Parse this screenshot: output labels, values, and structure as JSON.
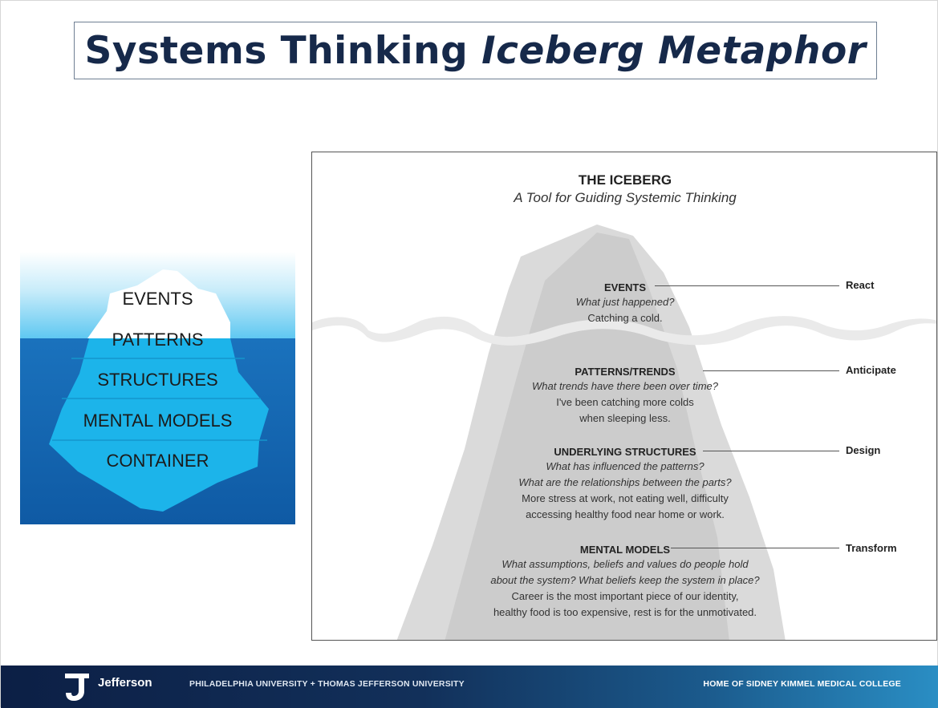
{
  "title": {
    "plain": "Systems Thinking ",
    "italic": "Iceberg Metaphor"
  },
  "small_iceberg": {
    "labels": [
      "EVENTS",
      "PATTERNS",
      "STRUCTURES",
      "MENTAL MODELS",
      "CONTAINER"
    ]
  },
  "panel": {
    "title": "THE ICEBERG",
    "subtitle": "A Tool for Guiding Systemic Thinking",
    "levels": [
      {
        "heading": "EVENTS",
        "lines": [
          {
            "text": "What just happened?",
            "style": "italic"
          },
          {
            "text": "Catching a cold.",
            "style": "normal"
          }
        ],
        "action": "React"
      },
      {
        "heading": "PATTERNS/TRENDS",
        "lines": [
          {
            "text": "What trends have there been over time?",
            "style": "italic"
          },
          {
            "text": "I've been catching more colds",
            "style": "normal"
          },
          {
            "text": "when sleeping less.",
            "style": "normal"
          }
        ],
        "action": "Anticipate"
      },
      {
        "heading": "UNDERLYING STRUCTURES",
        "lines": [
          {
            "text": "What has influenced the patterns?",
            "style": "italic"
          },
          {
            "text": "What are the relationships between the parts?",
            "style": "italic"
          },
          {
            "text": "More stress at work, not eating well, difficulty",
            "style": "normal"
          },
          {
            "text": "accessing healthy food near home or work.",
            "style": "normal"
          }
        ],
        "action": "Design"
      },
      {
        "heading": "MENTAL MODELS",
        "lines": [
          {
            "text": "What assumptions, beliefs and values do people hold",
            "style": "italic"
          },
          {
            "text": "about the system? What beliefs keep the system in place?",
            "style": "italic"
          },
          {
            "text": "Career is the most important piece of our identity,",
            "style": "normal"
          },
          {
            "text": "healthy food is too expensive, rest is for the unmotivated.",
            "style": "normal"
          }
        ],
        "action": "Transform"
      }
    ]
  },
  "footer": {
    "brand": "Jefferson",
    "university": "PHILADELPHIA UNIVERSITY + THOMAS JEFFERSON UNIVERSITY",
    "home": "HOME OF SIDNEY KIMMEL MEDICAL COLLEGE"
  },
  "colors": {
    "title": "#16294a",
    "deep_water": "#1565b0",
    "ice_under": "#1bb3ea",
    "footer_dark": "#0c1f45",
    "footer_light": "#2a8ec4",
    "panel_ice": "#d6d6d6"
  }
}
